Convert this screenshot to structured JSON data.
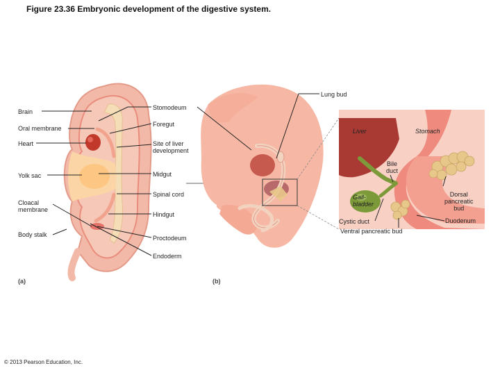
{
  "title": "Figure 23.36  Embryonic development of the digestive system.",
  "panel_a": {
    "tag": "(a)",
    "left_labels": {
      "brain": "Brain",
      "oral_membrane": "Oral membrane",
      "heart": "Heart",
      "yolk_sac": "Yolk sac",
      "cloacal_membrane": "Cloacal\nmembrane",
      "body_stalk": "Body stalk"
    },
    "right_labels": {
      "stomodeum": "Stomodeum",
      "foregut": "Foregut",
      "site_of_liver": "Site of liver\ndevelopment",
      "midgut": "Midgut",
      "spinal_cord": "Spinal cord",
      "hindgut": "Hindgut",
      "proctodeum": "Proctodeum",
      "endoderm": "Endoderm"
    }
  },
  "panel_b": {
    "tag": "(b)",
    "labels": {
      "lung_bud": "Lung bud",
      "liver": "Liver",
      "stomach": "Stomach",
      "bile_duct": "Bile\nduct",
      "gallbladder": "Gall-\nbladder",
      "dorsal_pancreatic_bud": "Dorsal\npancreatic\nbud",
      "cystic_duct": "Cystic duct",
      "duodenum": "Duodenum",
      "ventral_pancreatic_bud": "Ventral pancreatic bud"
    }
  },
  "copyright": "© 2013 Pearson Education, Inc.",
  "colors": {
    "embryo_outer": "#f3b9a8",
    "embryo_inner": "#e98c7c",
    "yolk_sac": "#fbd5a5",
    "yolk_core": "#ffc27a",
    "neural": "#f5ddb8",
    "heart": "#c0392b",
    "liver": "#a83a33",
    "gallbladder": "#7d9a3a",
    "pancreas": "#e8c88a"
  }
}
